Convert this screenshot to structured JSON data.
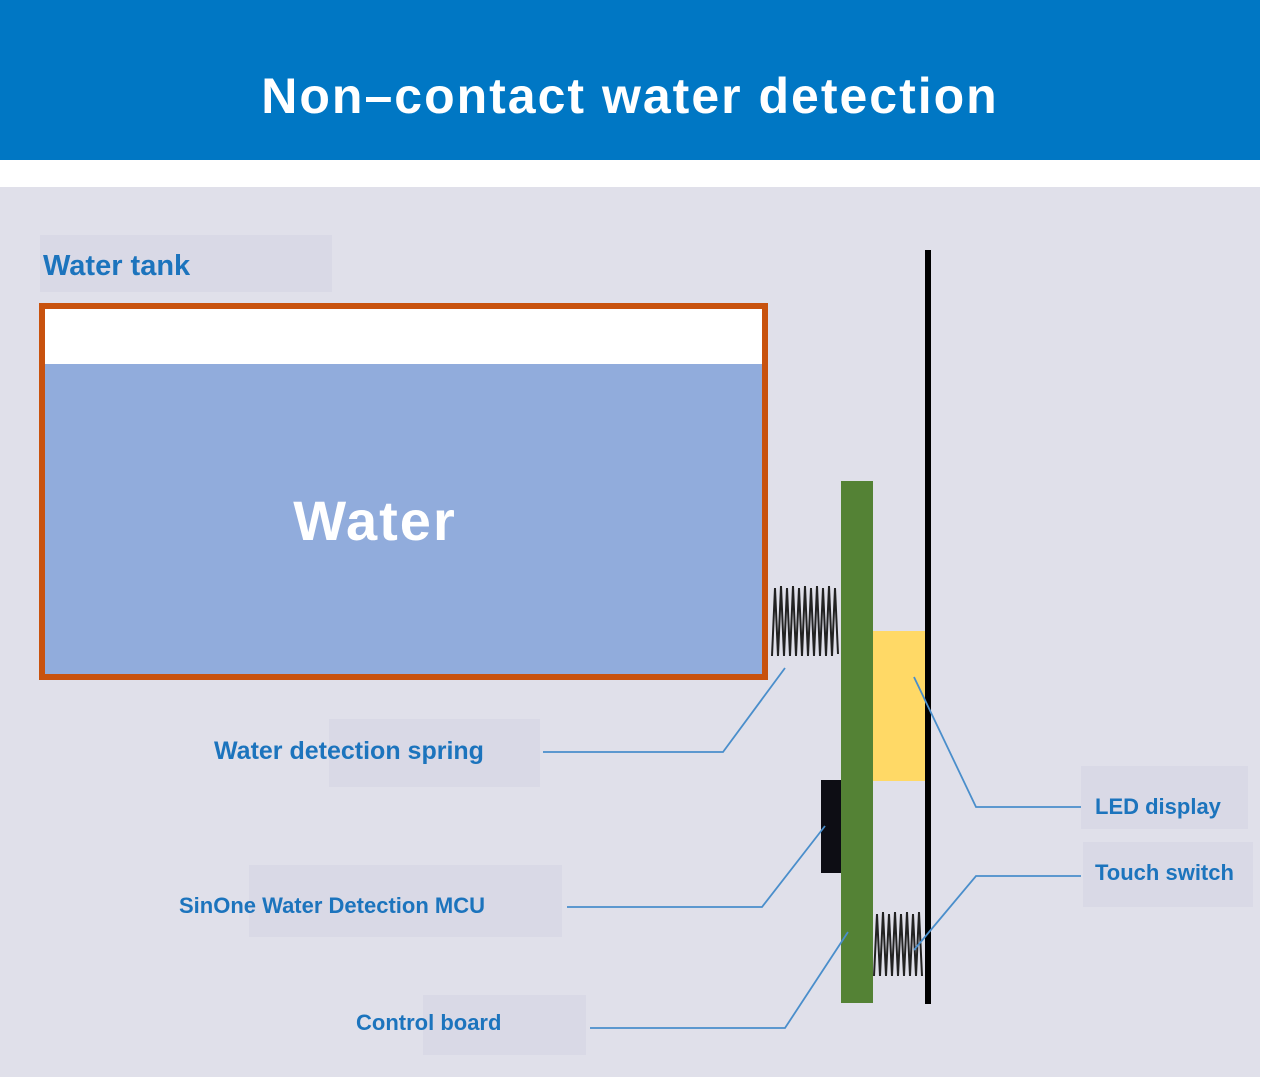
{
  "header": {
    "title": "Non–contact water detection"
  },
  "tank": {
    "label": "Water tank",
    "content_label": "Water"
  },
  "labels": {
    "spring": "Water detection spring",
    "mcu": "SinOne Water Detection MCU",
    "control_board": "Control board",
    "led": "LED display",
    "touch": "Touch switch"
  },
  "colors": {
    "header": "#0077c4",
    "panel": "#e0e0ea",
    "tank_border": "#c8520e",
    "water": "#91acdc",
    "control_board": "#548235",
    "led_display": "#ffd966",
    "label_text": "#1c74bd",
    "leader_line": "#4a8ecb"
  }
}
